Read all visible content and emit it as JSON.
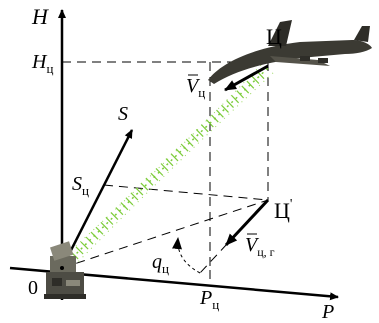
{
  "labels": {
    "axis_h": "H",
    "axis_p": "P",
    "origin": "0",
    "h_target": "H",
    "h_target_sub": "ц",
    "slant_range": "S",
    "s_target": "S",
    "s_target_sub": "ц",
    "target": "Ц",
    "target_projection": "Ц",
    "target_projection_mark": "'",
    "velocity": "V",
    "velocity_sub": "ц",
    "velocity_horizontal": "V",
    "velocity_horizontal_sub": "ц, г",
    "heading_angle": "q",
    "heading_angle_sub": "ц",
    "p_target": "P",
    "p_target_sub": "ц"
  },
  "colors": {
    "lines": "#000000",
    "beam": "#7ccc3a",
    "aircraft": "#3b3a33"
  }
}
